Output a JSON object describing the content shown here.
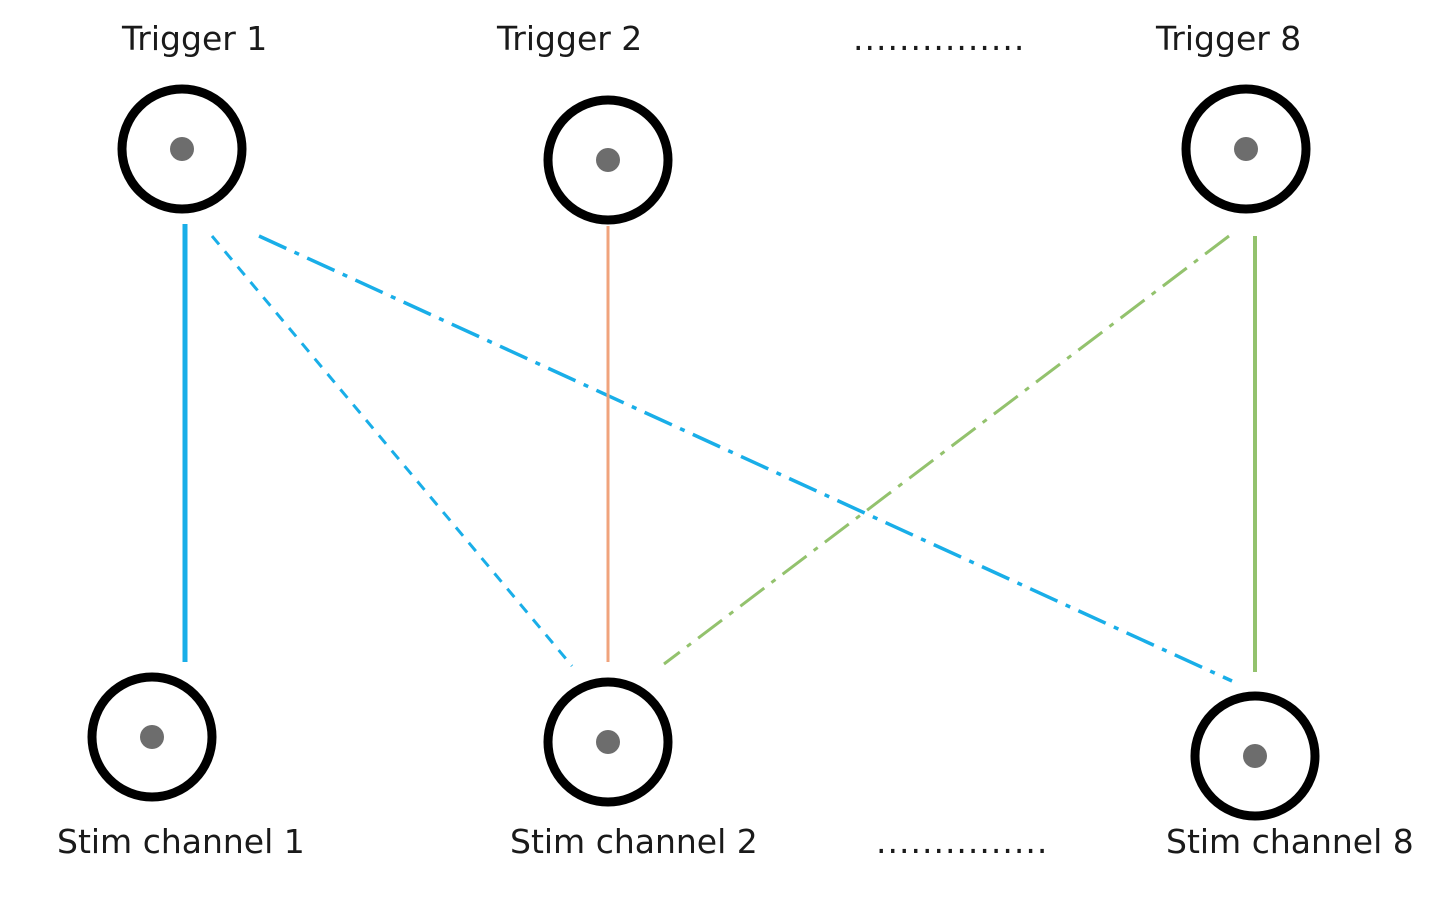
{
  "top_labels": {
    "trigger1": "Trigger 1",
    "trigger2": "Trigger 2",
    "ellipsis": "...............",
    "trigger8": "Trigger 8"
  },
  "bottom_labels": {
    "stim1": "Stim channel 1",
    "stim2": "Stim channel 2",
    "ellipsis": "...............",
    "stim8": "Stim channel 8"
  },
  "colors": {
    "node_ring": "#000000",
    "node_dot": "#6d6d6d",
    "trigger1_lines": "#19aee8",
    "trigger2_lines": "#f0a37c",
    "trigger8_lines": "#93c26d"
  },
  "connections": [
    {
      "from": "Trigger 1",
      "to": "Stim channel 1",
      "style": "solid",
      "color": "#19aee8"
    },
    {
      "from": "Trigger 1",
      "to": "Stim channel 2",
      "style": "dashed",
      "color": "#19aee8"
    },
    {
      "from": "Trigger 1",
      "to": "Stim channel 8",
      "style": "dash-dot",
      "color": "#19aee8"
    },
    {
      "from": "Trigger 2",
      "to": "Stim channel 2",
      "style": "solid",
      "color": "#f0a37c"
    },
    {
      "from": "Trigger 8",
      "to": "Stim channel 2",
      "style": "dash-dot",
      "color": "#93c26d"
    },
    {
      "from": "Trigger 8",
      "to": "Stim channel 8",
      "style": "solid",
      "color": "#93c26d"
    }
  ]
}
